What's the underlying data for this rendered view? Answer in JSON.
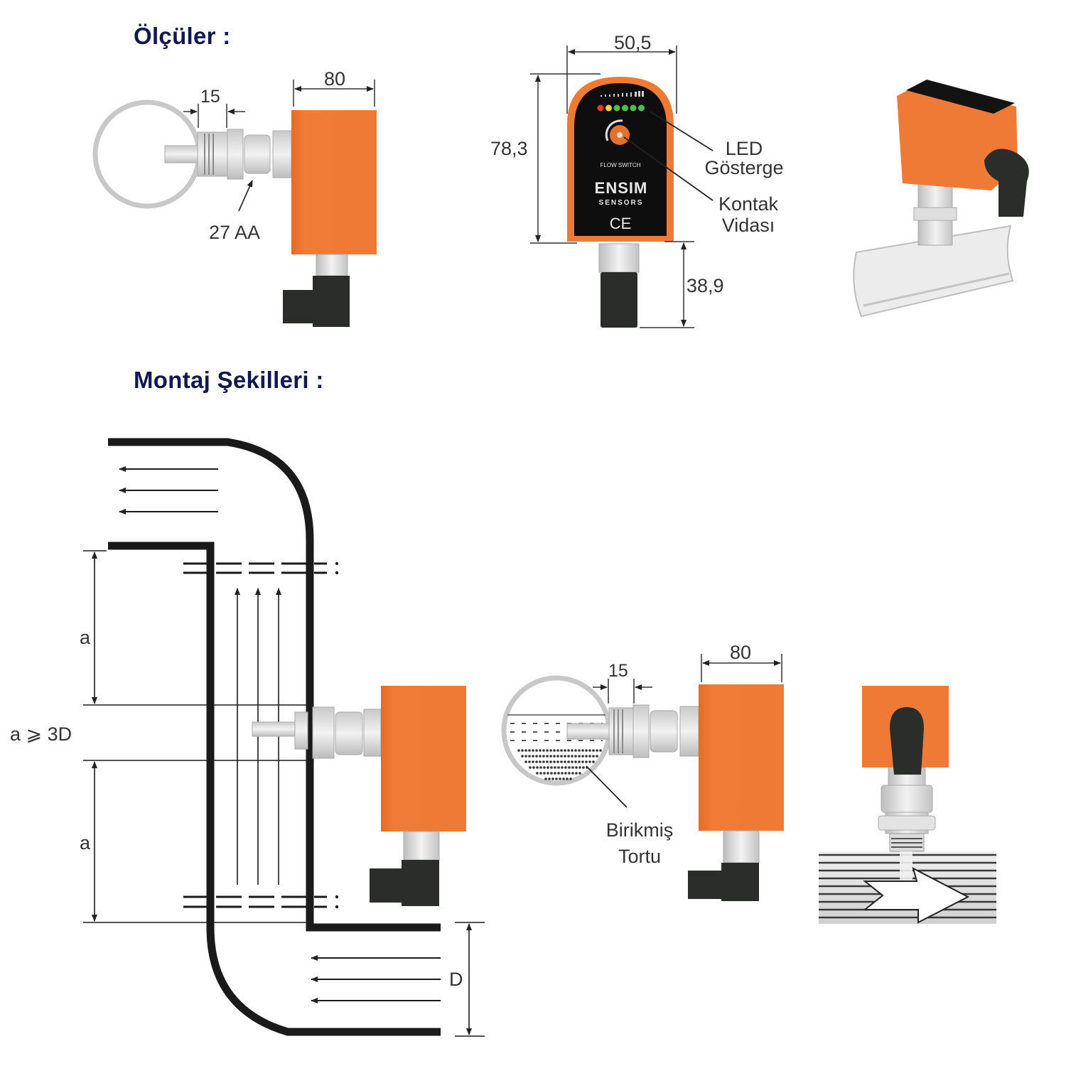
{
  "sections": {
    "dimensions": {
      "title": "Ölçüler :"
    },
    "mounting": {
      "title": "Montaj Şekilleri :"
    }
  },
  "side_view": {
    "dim_probe": "15",
    "dim_body": "80",
    "nut_label": "27 AA"
  },
  "front_view": {
    "dim_width": "50,5",
    "dim_height": "78,3",
    "dim_connector": "38,9",
    "callout_led_line1": "LED",
    "callout_led_line2": "Gösterge",
    "callout_screw_line1": "Kontak",
    "callout_screw_line2": "Vidası",
    "face_label": "FLOW SWITCH",
    "brand_name": "ENSIM",
    "brand_sub": "SENSORS",
    "cert_mark": "CE",
    "led_colors": [
      "#e23a2e",
      "#f2d23a",
      "#4cbe4c",
      "#4cbe4c",
      "#4cbe4c",
      "#4cbe4c"
    ]
  },
  "elbow_diagram": {
    "label_a_top": "a",
    "label_condition": "a ⩾ 3D",
    "label_a_bottom": "a",
    "label_D": "D"
  },
  "sediment_view": {
    "dim_probe": "15",
    "dim_body": "80",
    "callout_line1": "Birikmiş",
    "callout_line2": "Tortu"
  },
  "colors": {
    "heading": "#141850",
    "housing_orange": "#ef7a35",
    "connector_black": "#2b2d2b",
    "steel": "#d9d9d9",
    "pipe_line": "#1a1a1a"
  }
}
